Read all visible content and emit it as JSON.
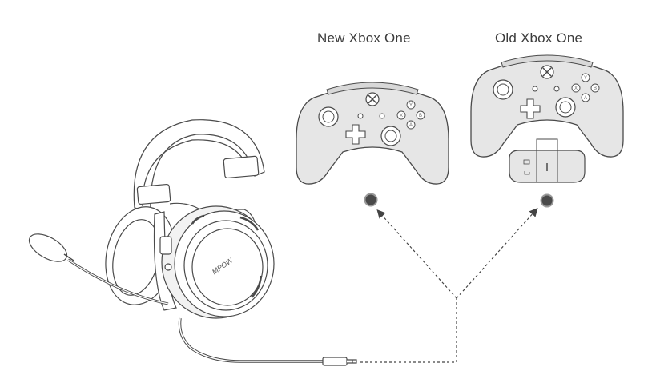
{
  "controllers": {
    "new": {
      "label": "New Xbox One"
    },
    "old": {
      "label": "Old Xbox One"
    }
  },
  "buttons": {
    "y": "Y",
    "x": "X",
    "b": "B",
    "a": "A"
  },
  "headset": {
    "brand": "MPOW"
  },
  "colors": {
    "controller_fill": "#e6e6e6",
    "outline": "#4a4a4a",
    "port_fill": "#4a4a4a",
    "dashed_line": "#444444"
  }
}
